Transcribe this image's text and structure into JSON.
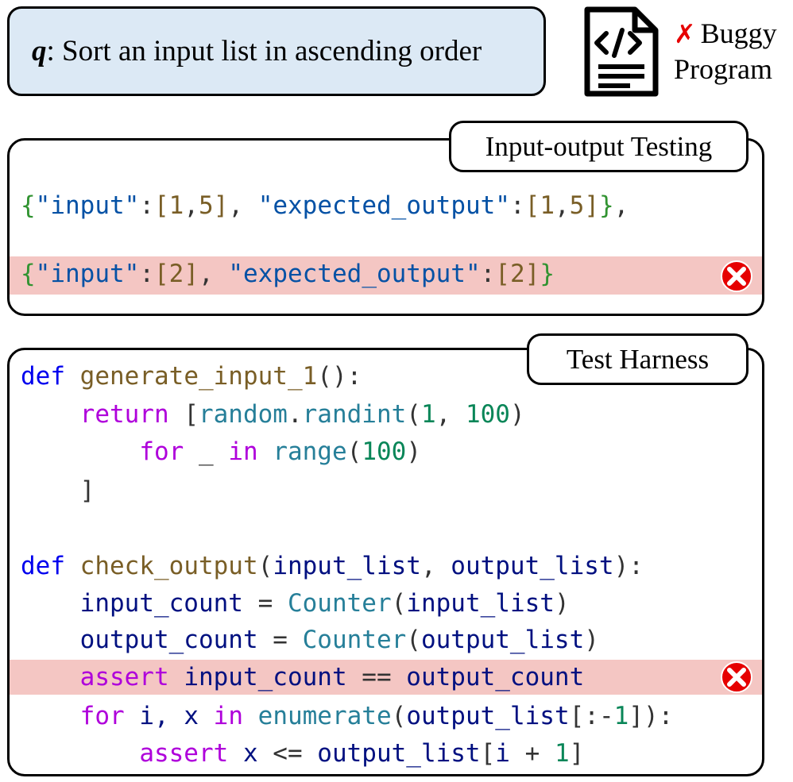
{
  "query": {
    "label": "q",
    "sep": ":",
    "text": " Sort an input list in ascending order"
  },
  "program": {
    "icon": "code-file-icon",
    "cross": "✗",
    "line1": "Buggy",
    "line2": "Program"
  },
  "io_panel": {
    "title": "Input-output Testing",
    "test1": {
      "open": "{",
      "input_key": "\"input\"",
      "colon1": ":",
      "input_val_open": "[",
      "input_val_a": "1",
      "input_val_comma": ",",
      "input_val_b": "5",
      "input_val_close": "]",
      "sep": ", ",
      "output_key": "\"expected_output\"",
      "colon2": ":",
      "output_val_open": "[",
      "output_val_a": "1",
      "output_val_comma": ",",
      "output_val_b": "5",
      "output_val_close": "]",
      "close": "}",
      "trail": ","
    },
    "test2": {
      "open": "{",
      "input_key": "\"input\"",
      "colon1": ":",
      "input_val_open": "[",
      "input_val_a": "2",
      "input_val_close": "]",
      "sep": ", ",
      "output_key": "\"expected_output\"",
      "colon2": ":",
      "output_val_open": "[",
      "output_val_a": "2",
      "output_val_close": "]",
      "close": "}"
    },
    "status_colors": {
      "fail": "#e60000",
      "highlight": "#f4c6c3"
    }
  },
  "harness_panel": {
    "title": "Test Harness",
    "code": {
      "l1": {
        "kw": "def",
        "name": "generate_input_1",
        "rest": "():"
      },
      "l2": {
        "indent": "    ",
        "kw": "return",
        "open": "[",
        "mod": "random",
        "dot": ".",
        "fn": "randint",
        "args_open": "(",
        "a": "1",
        "comma": ", ",
        "b": "100",
        "args_close": ")"
      },
      "l3": {
        "indent": "        ",
        "kw_for": "for",
        "var": " _ ",
        "kw_in": "in",
        "fn": "range",
        "open": "(",
        "n": "100",
        "close": ")"
      },
      "l4": {
        "indent": "    ",
        "close": "]"
      },
      "l5": {
        "kw": "def",
        "name": "check_output",
        "open": "(",
        "p1": "input_list",
        "comma": ", ",
        "p2": "output_list",
        "close": "):"
      },
      "l6": {
        "indent": "    ",
        "lhs": "input_count",
        "eq": " = ",
        "cls": "Counter",
        "open": "(",
        "arg": "input_list",
        "close": ")"
      },
      "l7": {
        "indent": "    ",
        "lhs": "output_count",
        "eq": " = ",
        "cls": "Counter",
        "open": "(",
        "arg": "output_list",
        "close": ")"
      },
      "l8": {
        "indent": "    ",
        "kw": "assert",
        "a": "input_count",
        "op": " == ",
        "b": "output_count"
      },
      "l9": {
        "indent": "    ",
        "kw_for": "for",
        "vars": "i, x",
        "kw_in": "in",
        "fn": "enumerate",
        "open": "(",
        "arg": "output_list",
        "slice_open": "[",
        "slice": ":-",
        "n": "1",
        "slice_close": "]",
        "close": "):"
      },
      "l10": {
        "indent": "        ",
        "kw": "assert",
        "x": "x",
        "op": " <= ",
        "list": "output_list",
        "open": "[",
        "i": "i",
        "plus": " + ",
        "n": "1",
        "close": "]"
      }
    }
  }
}
